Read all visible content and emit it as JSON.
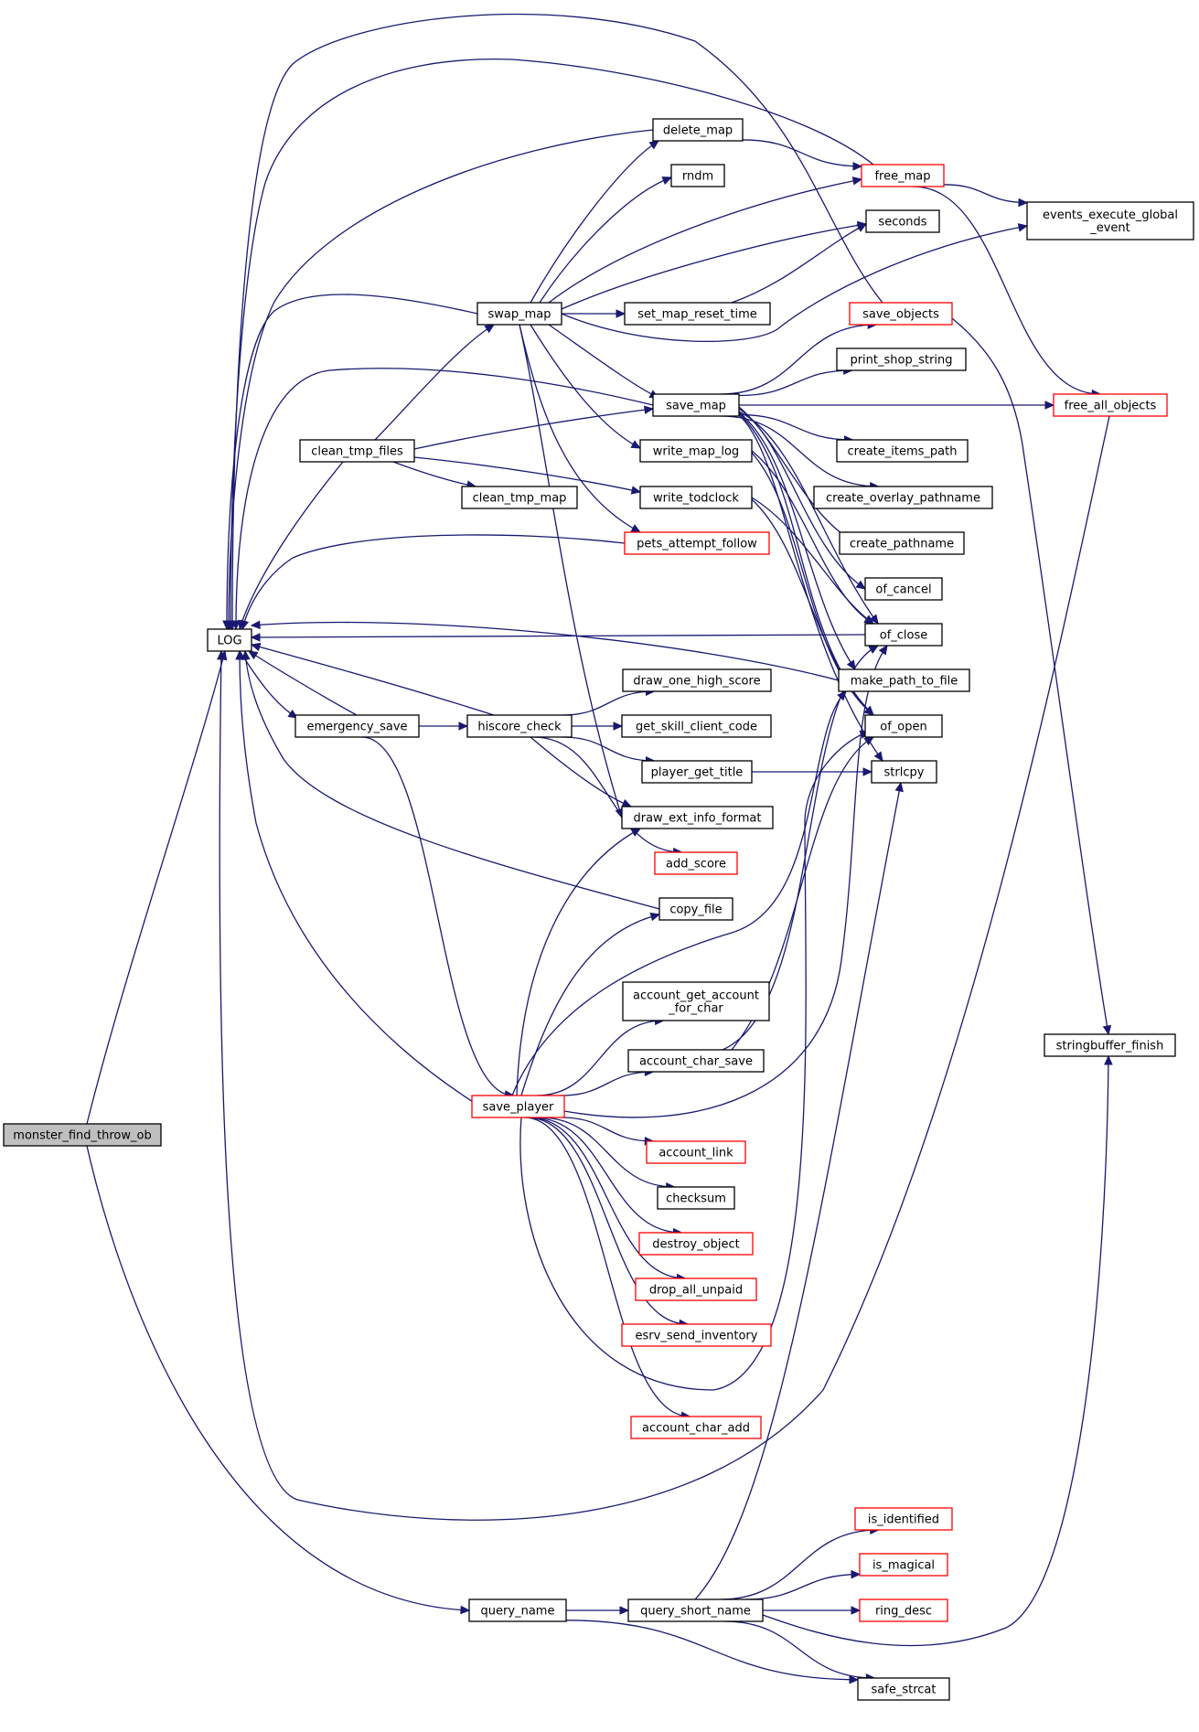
{
  "colors": {
    "edge": "#191970",
    "node_border": "#000000",
    "node_border_truncated": "#ff0000",
    "root_fill": "#bfbfbf",
    "background": "#ffffff"
  },
  "nodes": [
    {
      "id": "monster_find_throw_ob",
      "lines": [
        "monster_find_throw_ob"
      ],
      "style": "root"
    },
    {
      "id": "LOG",
      "lines": [
        "LOG"
      ],
      "style": "normal"
    },
    {
      "id": "delete_map",
      "lines": [
        "delete_map"
      ],
      "style": "normal"
    },
    {
      "id": "rndm",
      "lines": [
        "rndm"
      ],
      "style": "normal"
    },
    {
      "id": "free_map",
      "lines": [
        "free_map"
      ],
      "style": "red"
    },
    {
      "id": "seconds",
      "lines": [
        "seconds"
      ],
      "style": "normal"
    },
    {
      "id": "events_execute_global_event",
      "lines": [
        "events_execute_global",
        "_event"
      ],
      "style": "normal"
    },
    {
      "id": "swap_map",
      "lines": [
        "swap_map"
      ],
      "style": "normal"
    },
    {
      "id": "set_map_reset_time",
      "lines": [
        "set_map_reset_time"
      ],
      "style": "normal"
    },
    {
      "id": "save_objects",
      "lines": [
        "save_objects"
      ],
      "style": "red"
    },
    {
      "id": "print_shop_string",
      "lines": [
        "print_shop_string"
      ],
      "style": "normal"
    },
    {
      "id": "save_map",
      "lines": [
        "save_map"
      ],
      "style": "normal"
    },
    {
      "id": "free_all_objects",
      "lines": [
        "free_all_objects"
      ],
      "style": "red"
    },
    {
      "id": "clean_tmp_files",
      "lines": [
        "clean_tmp_files"
      ],
      "style": "normal"
    },
    {
      "id": "write_map_log",
      "lines": [
        "write_map_log"
      ],
      "style": "normal"
    },
    {
      "id": "create_items_path",
      "lines": [
        "create_items_path"
      ],
      "style": "normal"
    },
    {
      "id": "clean_tmp_map",
      "lines": [
        "clean_tmp_map"
      ],
      "style": "normal"
    },
    {
      "id": "write_todclock",
      "lines": [
        "write_todclock"
      ],
      "style": "normal"
    },
    {
      "id": "create_overlay_pathname",
      "lines": [
        "create_overlay_pathname"
      ],
      "style": "normal"
    },
    {
      "id": "pets_attempt_follow",
      "lines": [
        "pets_attempt_follow"
      ],
      "style": "red"
    },
    {
      "id": "create_pathname",
      "lines": [
        "create_pathname"
      ],
      "style": "normal"
    },
    {
      "id": "of_cancel",
      "lines": [
        "of_cancel"
      ],
      "style": "normal"
    },
    {
      "id": "of_close",
      "lines": [
        "of_close"
      ],
      "style": "normal"
    },
    {
      "id": "draw_one_high_score",
      "lines": [
        "draw_one_high_score"
      ],
      "style": "normal"
    },
    {
      "id": "make_path_to_file",
      "lines": [
        "make_path_to_file"
      ],
      "style": "normal"
    },
    {
      "id": "emergency_save",
      "lines": [
        "emergency_save"
      ],
      "style": "normal"
    },
    {
      "id": "hiscore_check",
      "lines": [
        "hiscore_check"
      ],
      "style": "normal"
    },
    {
      "id": "get_skill_client_code",
      "lines": [
        "get_skill_client_code"
      ],
      "style": "normal"
    },
    {
      "id": "of_open",
      "lines": [
        "of_open"
      ],
      "style": "normal"
    },
    {
      "id": "player_get_title",
      "lines": [
        "player_get_title"
      ],
      "style": "normal"
    },
    {
      "id": "strlcpy",
      "lines": [
        "strlcpy"
      ],
      "style": "normal"
    },
    {
      "id": "draw_ext_info_format",
      "lines": [
        "draw_ext_info_format"
      ],
      "style": "normal"
    },
    {
      "id": "add_score",
      "lines": [
        "add_score"
      ],
      "style": "red"
    },
    {
      "id": "copy_file",
      "lines": [
        "copy_file"
      ],
      "style": "normal"
    },
    {
      "id": "account_get_account_for_char",
      "lines": [
        "account_get_account",
        "_for_char"
      ],
      "style": "normal"
    },
    {
      "id": "stringbuffer_finish",
      "lines": [
        "stringbuffer_finish"
      ],
      "style": "normal"
    },
    {
      "id": "account_char_save",
      "lines": [
        "account_char_save"
      ],
      "style": "normal"
    },
    {
      "id": "save_player",
      "lines": [
        "save_player"
      ],
      "style": "red"
    },
    {
      "id": "account_link",
      "lines": [
        "account_link"
      ],
      "style": "red"
    },
    {
      "id": "checksum",
      "lines": [
        "checksum"
      ],
      "style": "normal"
    },
    {
      "id": "destroy_object",
      "lines": [
        "destroy_object"
      ],
      "style": "red"
    },
    {
      "id": "drop_all_unpaid",
      "lines": [
        "drop_all_unpaid"
      ],
      "style": "red"
    },
    {
      "id": "esrv_send_inventory",
      "lines": [
        "esrv_send_inventory"
      ],
      "style": "red"
    },
    {
      "id": "account_char_add",
      "lines": [
        "account_char_add"
      ],
      "style": "red"
    },
    {
      "id": "is_identified",
      "lines": [
        "is_identified"
      ],
      "style": "red"
    },
    {
      "id": "is_magical",
      "lines": [
        "is_magical"
      ],
      "style": "red"
    },
    {
      "id": "query_name",
      "lines": [
        "query_name"
      ],
      "style": "normal"
    },
    {
      "id": "query_short_name",
      "lines": [
        "query_short_name"
      ],
      "style": "normal"
    },
    {
      "id": "ring_desc",
      "lines": [
        "ring_desc"
      ],
      "style": "red"
    },
    {
      "id": "safe_strcat",
      "lines": [
        "safe_strcat"
      ],
      "style": "normal"
    }
  ],
  "edges": [
    [
      "monster_find_throw_ob",
      "LOG"
    ],
    [
      "monster_find_throw_ob",
      "query_name"
    ],
    [
      "swap_map",
      "LOG"
    ],
    [
      "swap_map",
      "delete_map"
    ],
    [
      "swap_map",
      "rndm"
    ],
    [
      "swap_map",
      "free_map"
    ],
    [
      "swap_map",
      "seconds"
    ],
    [
      "swap_map",
      "set_map_reset_time"
    ],
    [
      "swap_map",
      "events_execute_global_event"
    ],
    [
      "swap_map",
      "save_map"
    ],
    [
      "swap_map",
      "write_map_log"
    ],
    [
      "swap_map",
      "pets_attempt_follow"
    ],
    [
      "swap_map",
      "draw_ext_info_format"
    ],
    [
      "delete_map",
      "LOG"
    ],
    [
      "delete_map",
      "free_map"
    ],
    [
      "free_map",
      "LOG"
    ],
    [
      "free_map",
      "events_execute_global_event"
    ],
    [
      "free_map",
      "free_all_objects"
    ],
    [
      "set_map_reset_time",
      "seconds"
    ],
    [
      "save_objects",
      "LOG"
    ],
    [
      "save_objects",
      "stringbuffer_finish"
    ],
    [
      "save_map",
      "LOG"
    ],
    [
      "save_map",
      "save_objects"
    ],
    [
      "save_map",
      "print_shop_string"
    ],
    [
      "save_map",
      "free_all_objects"
    ],
    [
      "save_map",
      "create_items_path"
    ],
    [
      "save_map",
      "create_overlay_pathname"
    ],
    [
      "save_map",
      "create_pathname"
    ],
    [
      "save_map",
      "of_cancel"
    ],
    [
      "save_map",
      "of_close"
    ],
    [
      "save_map",
      "make_path_to_file"
    ],
    [
      "save_map",
      "of_open"
    ],
    [
      "save_map",
      "strlcpy"
    ],
    [
      "free_all_objects",
      "LOG"
    ],
    [
      "clean_tmp_files",
      "LOG"
    ],
    [
      "clean_tmp_files",
      "swap_map"
    ],
    [
      "clean_tmp_files",
      "save_map"
    ],
    [
      "clean_tmp_files",
      "clean_tmp_map"
    ],
    [
      "clean_tmp_files",
      "write_todclock"
    ],
    [
      "write_map_log",
      "of_close"
    ],
    [
      "write_map_log",
      "of_open"
    ],
    [
      "write_todclock",
      "of_close"
    ],
    [
      "write_todclock",
      "of_open"
    ],
    [
      "pets_attempt_follow",
      "LOG"
    ],
    [
      "of_close",
      "LOG"
    ],
    [
      "make_path_to_file",
      "LOG"
    ],
    [
      "LOG",
      "emergency_save"
    ],
    [
      "emergency_save",
      "LOG"
    ],
    [
      "emergency_save",
      "hiscore_check"
    ],
    [
      "emergency_save",
      "save_player"
    ],
    [
      "hiscore_check",
      "LOG"
    ],
    [
      "hiscore_check",
      "draw_one_high_score"
    ],
    [
      "hiscore_check",
      "get_skill_client_code"
    ],
    [
      "hiscore_check",
      "player_get_title"
    ],
    [
      "hiscore_check",
      "draw_ext_info_format"
    ],
    [
      "hiscore_check",
      "add_score"
    ],
    [
      "player_get_title",
      "strlcpy"
    ],
    [
      "copy_file",
      "LOG"
    ],
    [
      "account_char_save",
      "of_close"
    ],
    [
      "account_char_save",
      "of_open"
    ],
    [
      "save_player",
      "LOG"
    ],
    [
      "save_player",
      "draw_ext_info_format"
    ],
    [
      "save_player",
      "copy_file"
    ],
    [
      "save_player",
      "make_path_to_file"
    ],
    [
      "save_player",
      "account_get_account_for_char"
    ],
    [
      "save_player",
      "account_char_save"
    ],
    [
      "save_player",
      "of_close"
    ],
    [
      "save_player",
      "account_link"
    ],
    [
      "save_player",
      "checksum"
    ],
    [
      "save_player",
      "destroy_object"
    ],
    [
      "save_player",
      "drop_all_unpaid"
    ],
    [
      "save_player",
      "esrv_send_inventory"
    ],
    [
      "save_player",
      "of_open"
    ],
    [
      "save_player",
      "account_char_add"
    ],
    [
      "query_name",
      "query_short_name"
    ],
    [
      "query_name",
      "safe_strcat"
    ],
    [
      "query_short_name",
      "strlcpy"
    ],
    [
      "query_short_name",
      "is_identified"
    ],
    [
      "query_short_name",
      "is_magical"
    ],
    [
      "query_short_name",
      "ring_desc"
    ],
    [
      "query_short_name",
      "stringbuffer_finish"
    ],
    [
      "query_short_name",
      "safe_strcat"
    ]
  ]
}
